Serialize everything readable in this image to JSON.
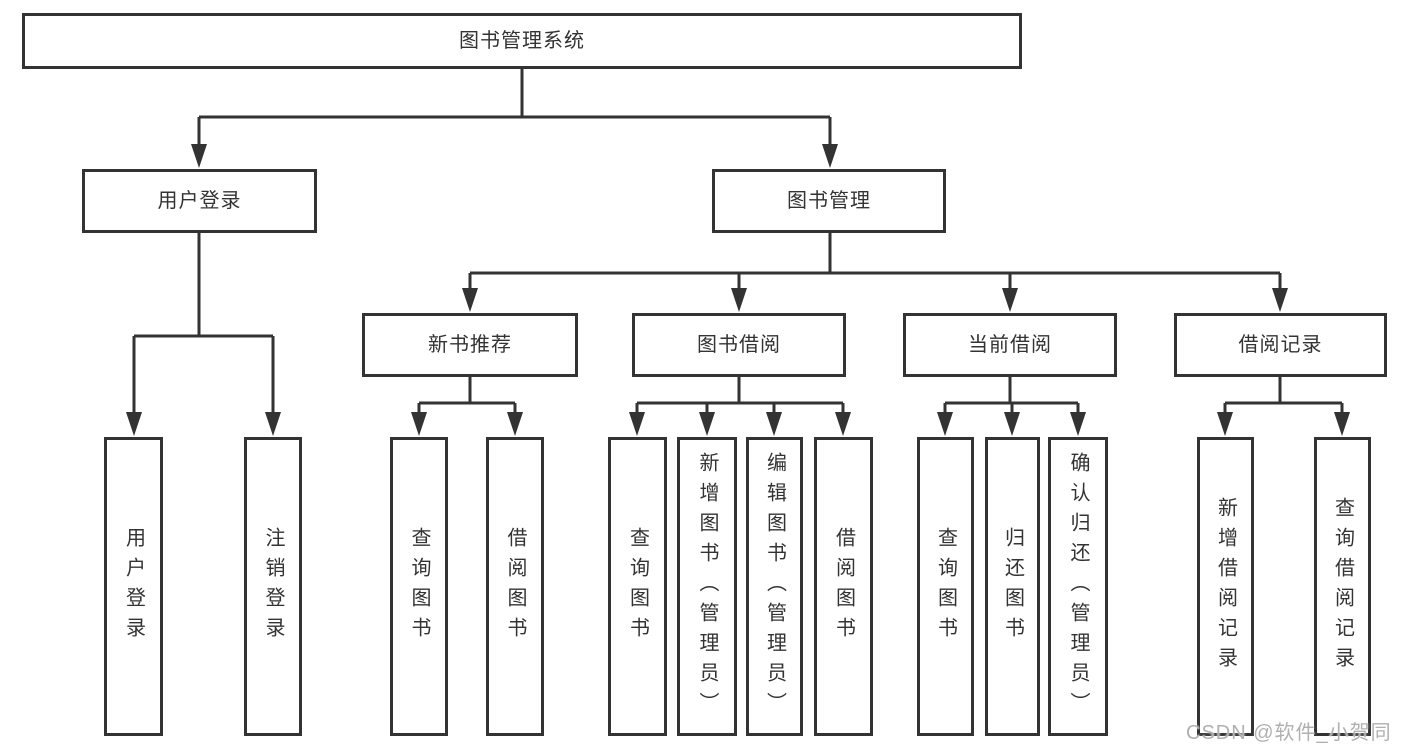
{
  "diagram": {
    "type": "hierarchy-tree",
    "nodes": {
      "root": "图书管理系统",
      "user_login": "用户登录",
      "book_management": "图书管理",
      "new_book_recommend": "新书推荐",
      "book_borrowing": "图书借阅",
      "current_borrowing": "当前借阅",
      "borrowing_records": "借阅记录",
      "leaf_user_login": "用户登录",
      "leaf_logout": "注销登录",
      "leaf_rec_query_books": "查询图书",
      "leaf_rec_borrow_books": "借阅图书",
      "leaf_bb_query_books": "查询图书",
      "leaf_bb_add_books_admin": "新增图书（管理员）",
      "leaf_bb_edit_books_admin": "编辑图书（管理员）",
      "leaf_bb_borrow_books": "借阅图书",
      "leaf_cb_query_books": "查询图书",
      "leaf_cb_return_books": "归还图书",
      "leaf_cb_confirm_return_admin": "确认归还（管理员）",
      "leaf_br_add_record": "新增借阅记录",
      "leaf_br_query_record": "查询借阅记录"
    },
    "edges": [
      [
        "root",
        "user_login"
      ],
      [
        "root",
        "book_management"
      ],
      [
        "user_login",
        "leaf_user_login"
      ],
      [
        "user_login",
        "leaf_logout"
      ],
      [
        "book_management",
        "new_book_recommend"
      ],
      [
        "book_management",
        "book_borrowing"
      ],
      [
        "book_management",
        "current_borrowing"
      ],
      [
        "book_management",
        "borrowing_records"
      ],
      [
        "new_book_recommend",
        "leaf_rec_query_books"
      ],
      [
        "new_book_recommend",
        "leaf_rec_borrow_books"
      ],
      [
        "book_borrowing",
        "leaf_bb_query_books"
      ],
      [
        "book_borrowing",
        "leaf_bb_add_books_admin"
      ],
      [
        "book_borrowing",
        "leaf_bb_edit_books_admin"
      ],
      [
        "book_borrowing",
        "leaf_bb_borrow_books"
      ],
      [
        "current_borrowing",
        "leaf_cb_query_books"
      ],
      [
        "current_borrowing",
        "leaf_cb_return_books"
      ],
      [
        "current_borrowing",
        "leaf_cb_confirm_return_admin"
      ],
      [
        "borrowing_records",
        "leaf_br_add_record"
      ],
      [
        "borrowing_records",
        "leaf_br_query_record"
      ]
    ]
  },
  "watermark": "CSDN @软件_小贺同学",
  "colors": {
    "line": "#333333",
    "box_border": "#333333",
    "box_fill": "#ffffff",
    "text": "#333333",
    "watermark": "#b0b0b0",
    "background": "#ffffff"
  }
}
